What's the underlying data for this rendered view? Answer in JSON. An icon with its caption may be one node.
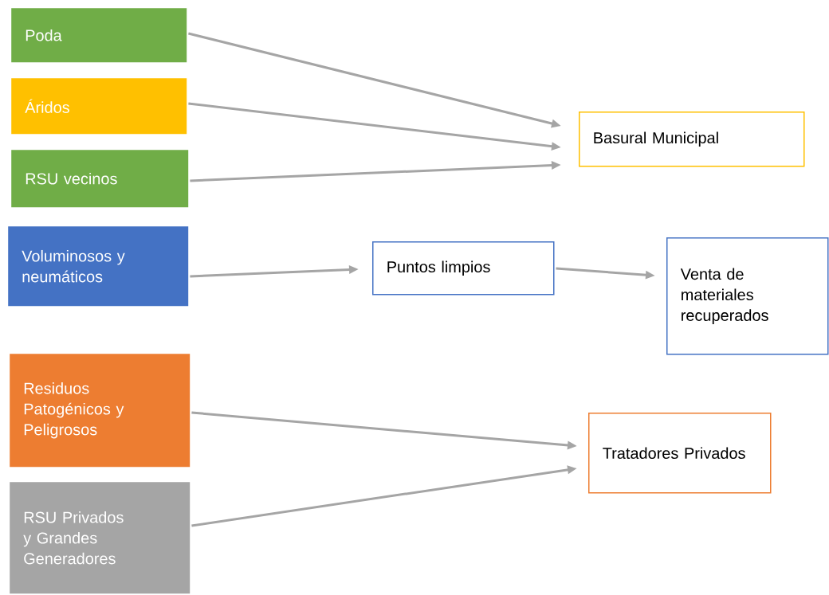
{
  "diagram": {
    "nodes": [
      {
        "text": [
          "Poda"
        ]
      },
      {
        "text": [
          "Áridos"
        ]
      },
      {
        "text": [
          "RSU vecinos"
        ]
      },
      {
        "text": [
          "Voluminosos y neumáticos"
        ]
      },
      {
        "text": [
          "Residuos Patogénicos y Peligrosos"
        ]
      },
      {
        "text": [
          "RSU Privados y Grandes Generadores"
        ]
      },
      {
        "text": [
          "Basural Municipal"
        ]
      },
      {
        "text": [
          "Puntos limpios"
        ]
      },
      {
        "text": [
          "Venta de materiales recuperados"
        ]
      },
      {
        "text": [
          "Tratadores Privados"
        ]
      }
    ],
    "edges": [
      {
        "from": 0,
        "to": 6,
        "arrow": "to"
      },
      {
        "from": 1,
        "to": 6,
        "arrow": "to"
      },
      {
        "from": 2,
        "to": 6,
        "arrow": "to"
      },
      {
        "from": 3,
        "to": 7,
        "arrow": "to"
      },
      {
        "from": 7,
        "to": 8,
        "arrow": "to"
      },
      {
        "from": 4,
        "to": 9,
        "arrow": "to"
      },
      {
        "from": 5,
        "to": 9,
        "arrow": "to"
      }
    ]
  }
}
